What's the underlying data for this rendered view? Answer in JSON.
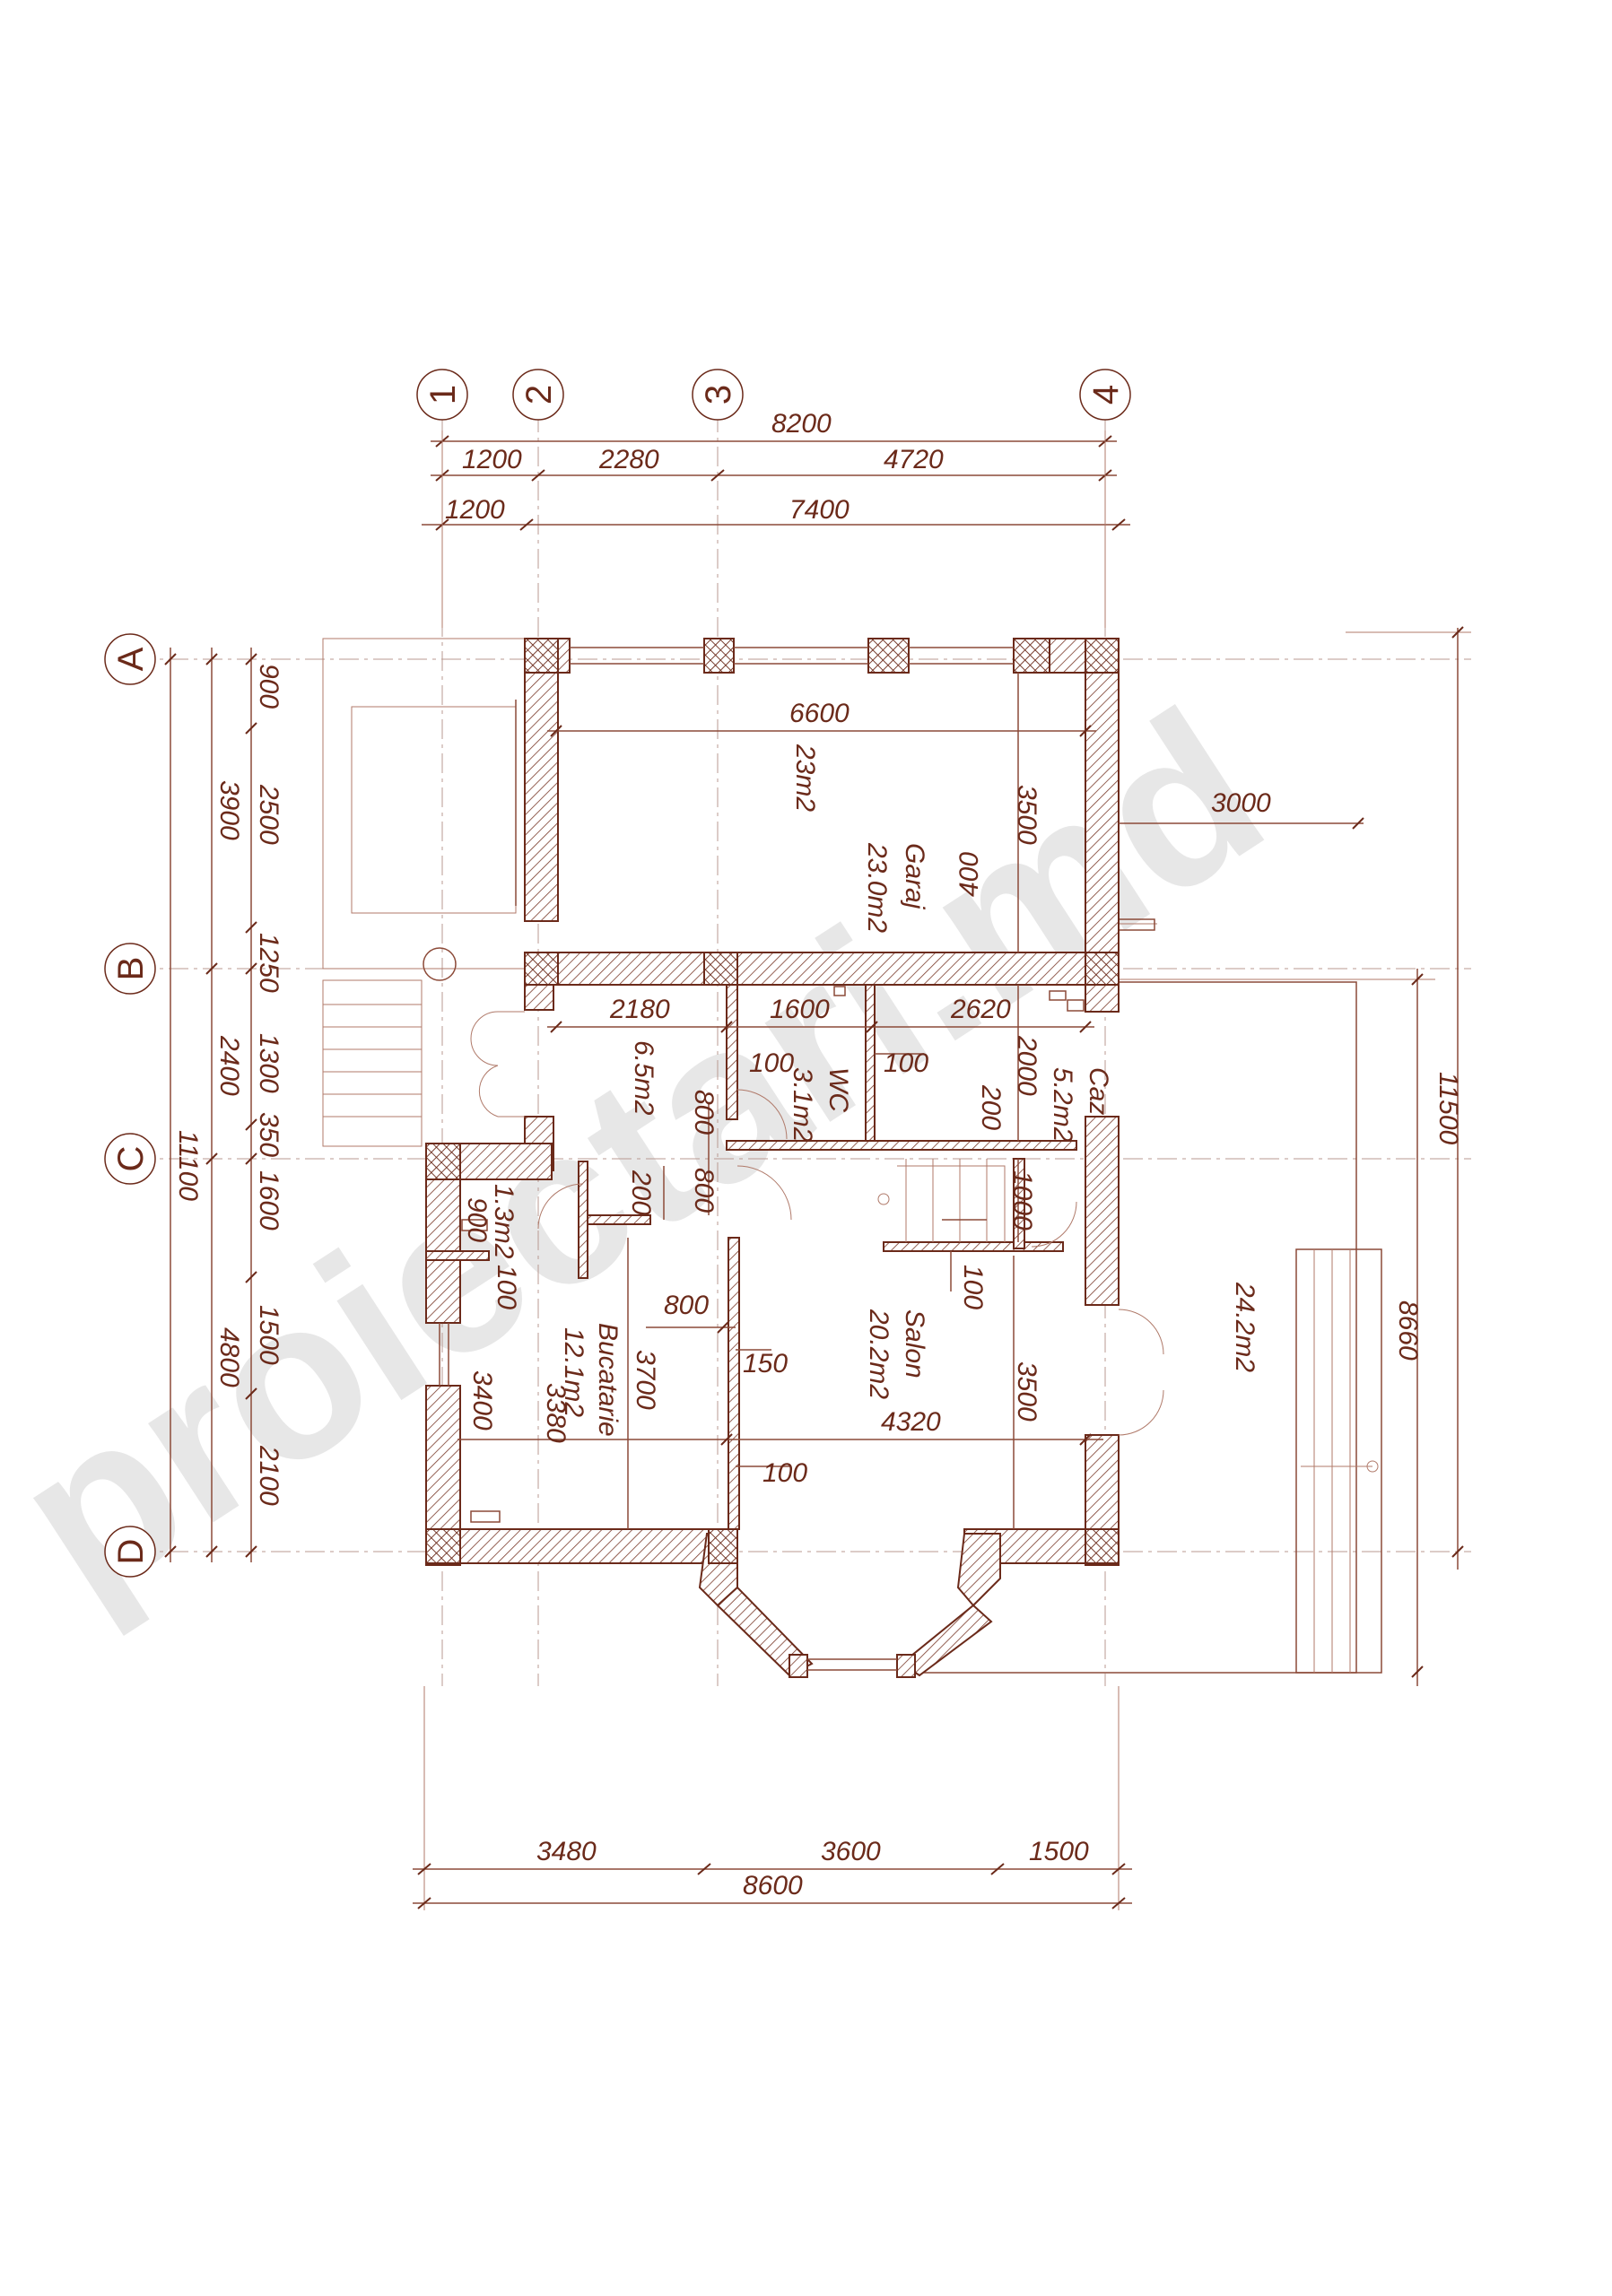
{
  "watermark": "proiectari.md",
  "axes": {
    "columns": [
      "1",
      "2",
      "3",
      "4"
    ],
    "rows": [
      "A",
      "B",
      "C",
      "D"
    ]
  },
  "dimensions": {
    "top_total": "8200",
    "top_row1": [
      "1200",
      "2280",
      "4720"
    ],
    "top_row2": [
      "1200",
      "7400"
    ],
    "left_outer": "11100",
    "left_mid": [
      "3900",
      "2400",
      "4800"
    ],
    "left_inner": [
      "900",
      "2500",
      "1250",
      "1300",
      "350",
      "1600",
      "1500",
      "2100"
    ],
    "right_outer": "11500",
    "right_inner": "8660",
    "bottom_row1": [
      "3480",
      "3600",
      "1500"
    ],
    "bottom_total": "8600",
    "interior": {
      "garage_width": "6600",
      "garage_depth": "3500",
      "garage_ext": "3000",
      "garage_400": "400",
      "hall_width": "2180",
      "wc_width": "1600",
      "caz_width": "2620",
      "d100a": "100",
      "d100b": "100",
      "d2000": "2000",
      "d200a": "200",
      "d800a": "800",
      "d800b": "800",
      "d200b": "200",
      "d1000": "1000",
      "d100c": "100",
      "d900": "900",
      "d100d": "100",
      "d800c": "800",
      "d3700": "3700",
      "d150": "150",
      "d3400": "3400",
      "d3380": "3380",
      "d4320": "4320",
      "d3500b": "3500",
      "d100e": "100"
    }
  },
  "rooms": {
    "garaj_area_a": "23m2",
    "garaj_name": "Garaj",
    "garaj_area_b": "23.0m2",
    "hall_area": "6.5m2",
    "wc_name": "WC",
    "wc_area": "3.1m2",
    "caz_name": "Caz",
    "caz_area": "5.2m2",
    "small_area": "1.3m2",
    "bucatarie_name": "Bucatarie",
    "bucatarie_area": "12.1m2",
    "salon_name": "Salon",
    "salon_area": "20.2m2",
    "terrace_area": "24.2m2"
  }
}
